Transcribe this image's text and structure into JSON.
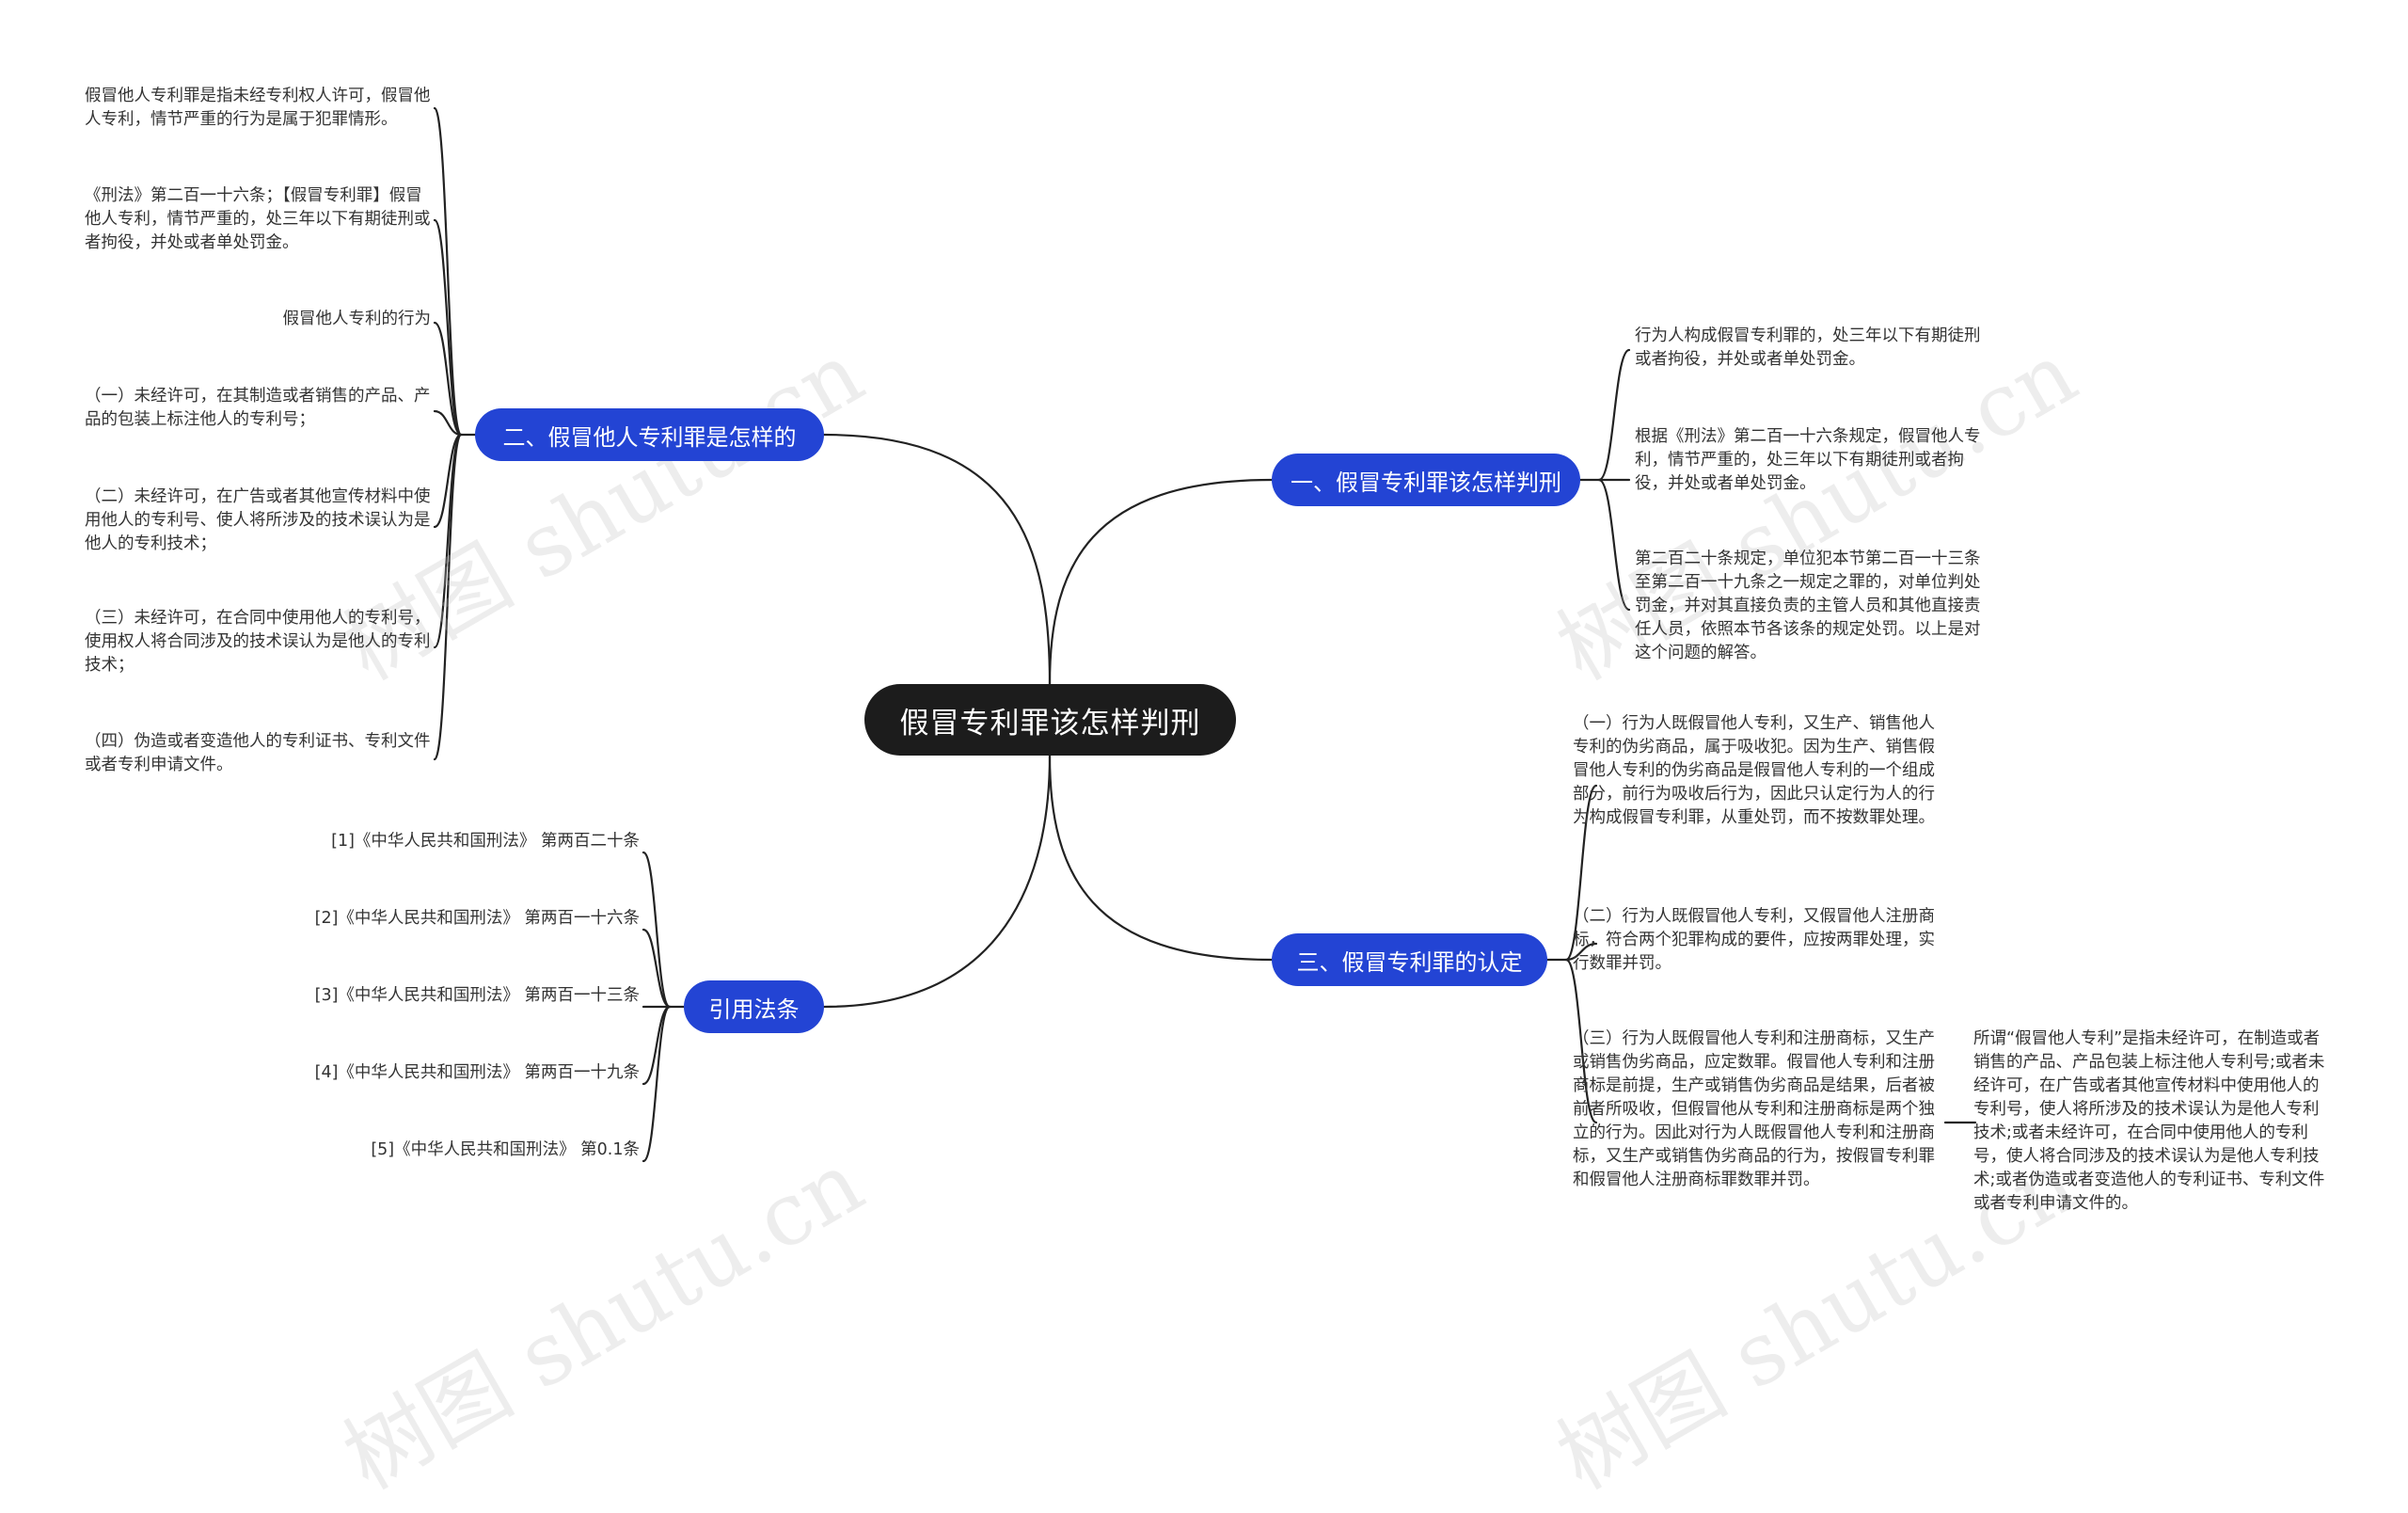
{
  "root": {
    "title": "假冒专利罪该怎样判刑"
  },
  "branches": {
    "b1": {
      "label": "一、假冒专利罪该怎样判刑",
      "items": [
        "行为人构成假冒专利罪的，处三年以下有期徒刑或者拘役，并处或者单处罚金。",
        "根据《刑法》第二百一十六条规定，假冒他人专利，情节严重的，处三年以下有期徒刑或者拘役，并处或者单处罚金。",
        "第二百二十条规定，单位犯本节第二百一十三条至第二百一十九条之一规定之罪的，对单位判处罚金，并对其直接负责的主管人员和其他直接责任人员，依照本节各该条的规定处罚。以上是对这个问题的解答。"
      ]
    },
    "b2": {
      "label": "二、假冒他人专利罪是怎样的",
      "items": [
        "假冒他人专利罪是指未经专利权人许可，假冒他人专利，情节严重的行为是属于犯罪情形。",
        "《刑法》第二百一十六条；【假冒专利罪】假冒他人专利，情节严重的，处三年以下有期徒刑或者拘役，并处或者单处罚金。",
        "假冒他人专利的行为",
        "（一）未经许可，在其制造或者销售的产品、产品的包装上标注他人的专利号；",
        "（二）未经许可，在广告或者其他宣传材料中使用他人的专利号、使人将所涉及的技术误认为是他人的专利技术；",
        "（三）未经许可，在合同中使用他人的专利号，使用权人将合同涉及的技术误认为是他人的专利技术；",
        "（四）伪造或者变造他人的专利证书、专利文件或者专利申请文件。"
      ]
    },
    "b3": {
      "label": "三、假冒专利罪的认定",
      "items": [
        "（一）行为人既假冒他人专利，又生产、销售他人专利的伪劣商品，属于吸收犯。因为生产、销售假冒他人专利的伪劣商品是假冒他人专利的一个组成部分，前行为吸收后行为，因此只认定行为人的行为构成假冒专利罪，从重处罚，而不按数罪处理。",
        "（二）行为人既假冒他人专利，又假冒他人注册商标，符合两个犯罪构成的要件，应按两罪处理，实行数罪并罚。",
        "（三）行为人既假冒他人专利和注册商标，又生产或销售伪劣商品，应定数罪。假冒他人专利和注册商标是前提，生产或销售伪劣商品是结果，后者被前者所吸收，但假冒他从专利和注册商标是两个独立的行为。因此对行为人既假冒他人专利和注册商标，又生产或销售伪劣商品的行为，按假冒专利罪和假冒他人注册商标罪数罪并罚。"
      ],
      "sub": "所谓“假冒他人专利”是指未经许可，在制造或者销售的产品、产品包装上标注他人专利号;或者未经许可，在广告或者其他宣传材料中使用他人的专利号，使人将所涉及的技术误认为是他人专利技术;或者未经许可，在合同中使用他人的专利号，使人将合同涉及的技术误认为是他人专利技术;或者伪造或者变造他人的专利证书、专利文件或者专利申请文件的。"
    },
    "b4": {
      "label": "引用法条",
      "items": [
        "[1]《中华人民共和国刑法》 第两百二十条",
        "[2]《中华人民共和国刑法》 第两百一十六条",
        "[3]《中华人民共和国刑法》 第两百一十三条",
        "[4]《中华人民共和国刑法》 第两百一十九条",
        "[5]《中华人民共和国刑法》 第0.1条"
      ]
    }
  },
  "watermarks": [
    "树图 shutu.cn",
    "树图 shutu.cn",
    "树图 shutu.cn",
    "树图 shutu.cn"
  ],
  "colors": {
    "root": "#1c1c1c",
    "branch": "#2344d4",
    "line": "#222222",
    "watermark": "#bebebe"
  }
}
